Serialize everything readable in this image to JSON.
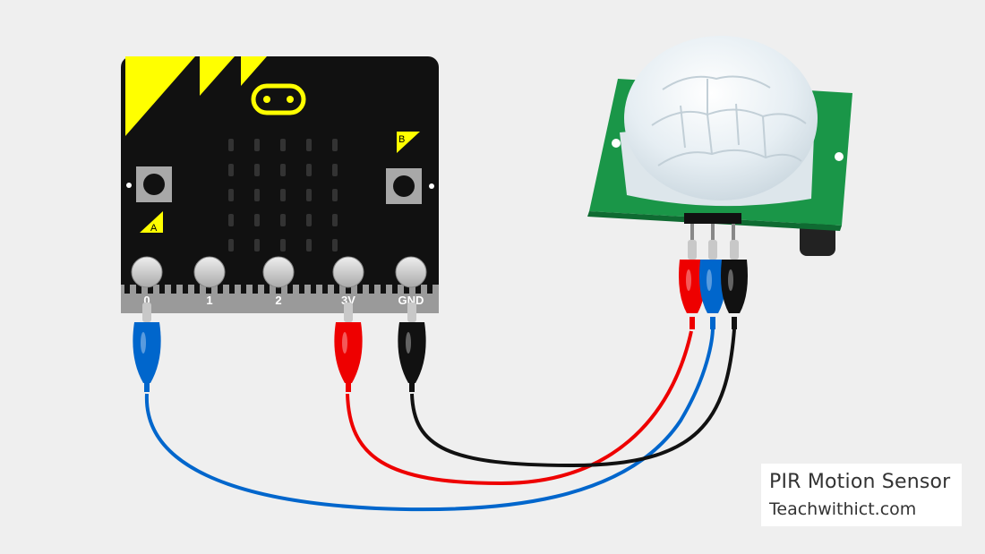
{
  "board": {
    "pins": [
      "0",
      "1",
      "2",
      "3V",
      "GND"
    ],
    "button_a_label": "A",
    "button_b_label": "B"
  },
  "caption": {
    "title": "PIR Motion Sensor",
    "site": "Teachwithict.com"
  },
  "colors": {
    "board": "#111111",
    "accent": "#ffff00",
    "pin_pad": "#cccccc",
    "wire_signal": "#0066cc",
    "wire_power": "#ee0000",
    "wire_ground": "#111111",
    "sensor_pcb": "#1a9648",
    "sensor_dome": "#e8f0f5"
  }
}
